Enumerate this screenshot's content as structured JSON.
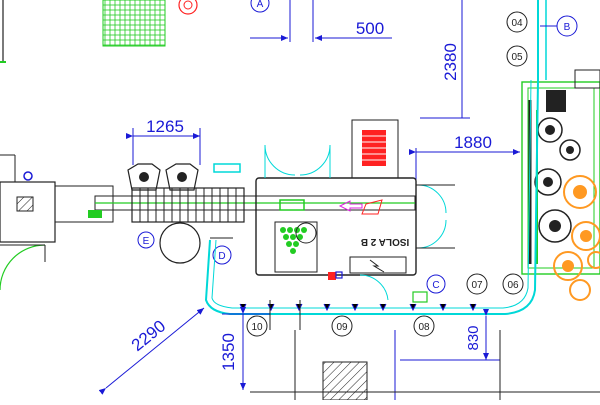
{
  "drawing": {
    "dimensions": {
      "d500": "500",
      "d2380": "2380",
      "d1265": "1265",
      "d1880": "1880",
      "d2290": "2290",
      "d1350": "1350",
      "d830": "830"
    },
    "grid_refs": {
      "A": "A",
      "B": "B",
      "E": "E",
      "C": "C",
      "D": "D"
    },
    "stations": {
      "s04": "04",
      "s05": "05",
      "s06": "06",
      "s07": "07",
      "s08": "08",
      "s09": "09",
      "s10": "10"
    },
    "machine_label": "ISOLA 2 B",
    "colors": {
      "dimension": "#1a1ad6",
      "conveyor": "#00d8d8",
      "outline": "#222222",
      "green": "#22cc22",
      "orange": "#ff9922",
      "red": "#ff2222",
      "magenta": "#dd22dd"
    }
  }
}
